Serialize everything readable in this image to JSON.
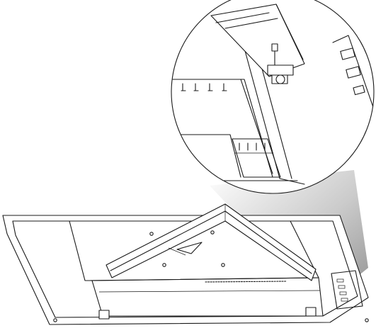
{
  "figure": {
    "description_icons": [
      "monitor-back-outline",
      "stand-bracket",
      "zoom-callout",
      "port-panel"
    ],
    "colors": {
      "line": "#1a1a1a",
      "background": "#ffffff",
      "beam_light": "#ffffff",
      "beam_dark": "#8a8a8a"
    }
  }
}
